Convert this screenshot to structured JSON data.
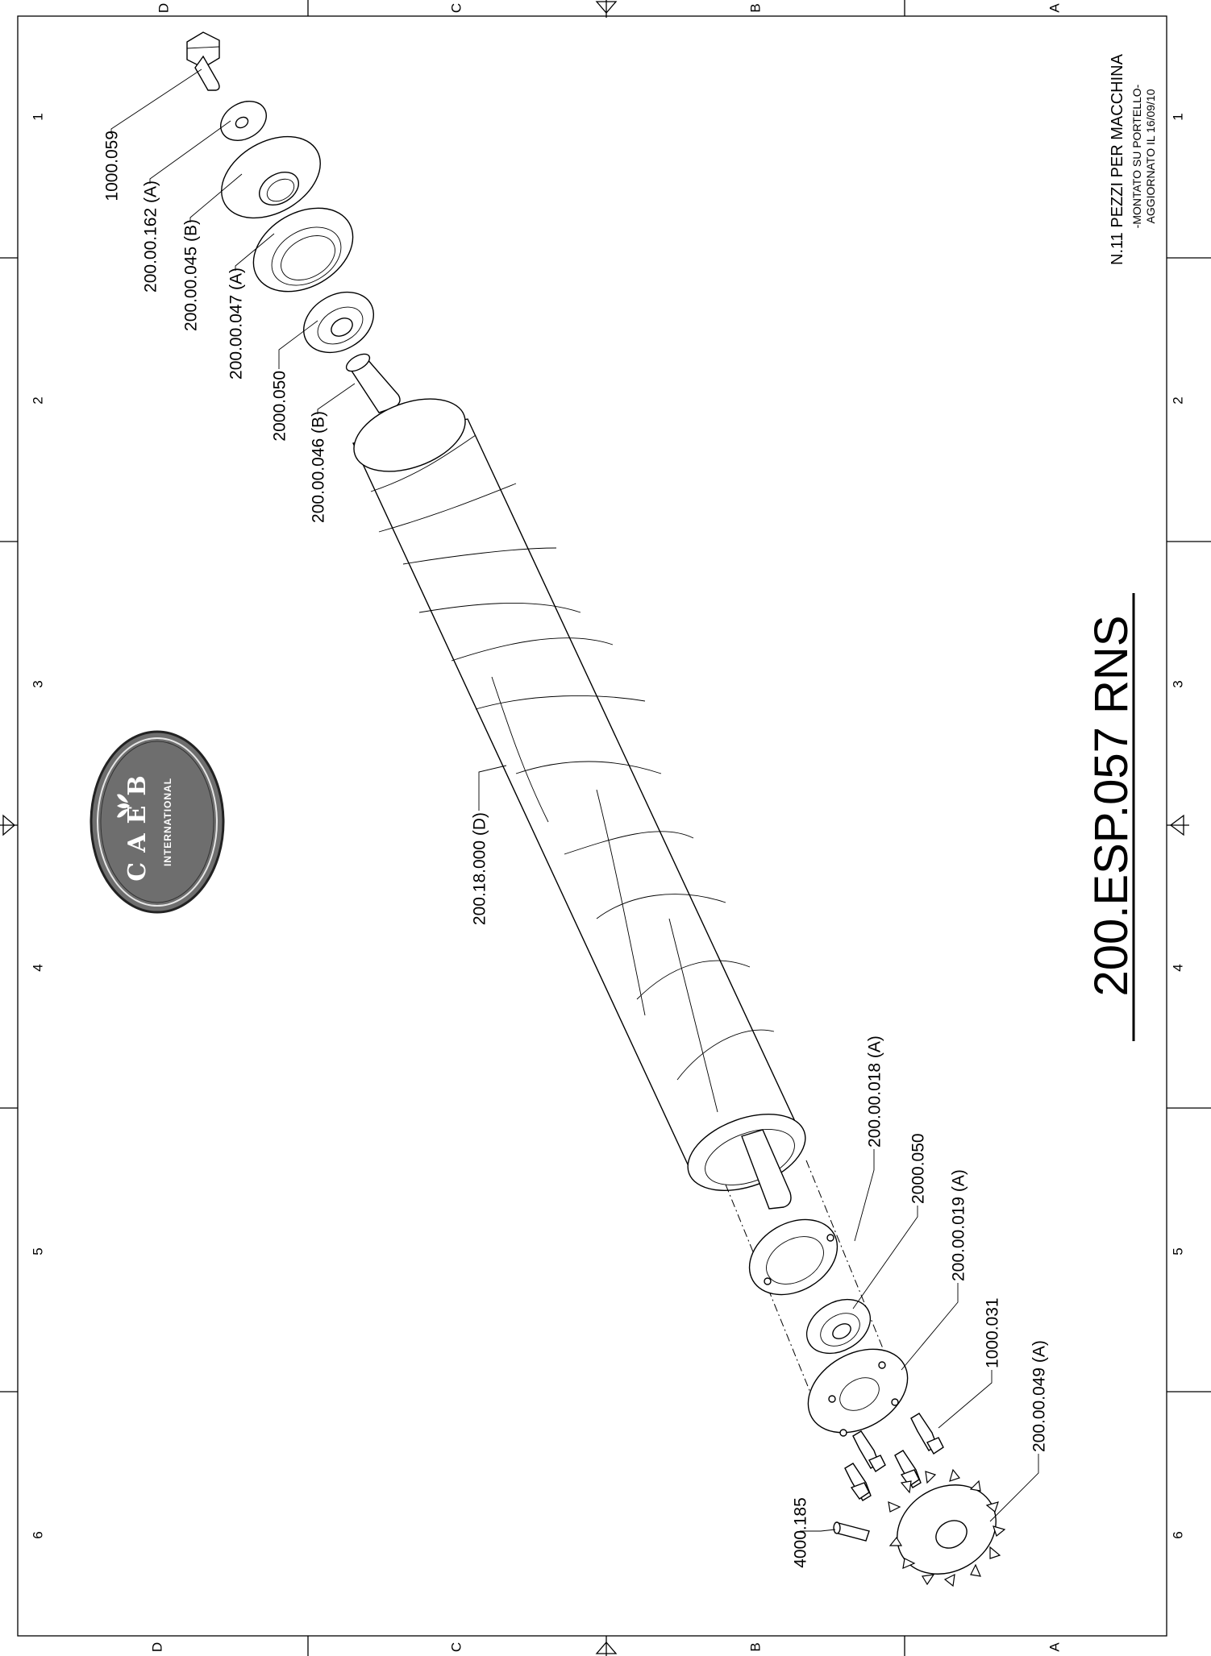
{
  "drawing": {
    "number": "200.ESP.057 RNS",
    "notes": [
      "N.11 PEZZI PER MACCHINA",
      "-MONTATO SU PORTELLO-",
      "AGGIORNATO IL 16/09/10"
    ]
  },
  "logo": {
    "brand": "CAEB",
    "subtitle": "INTERNATIONAL"
  },
  "border": {
    "row_letters": [
      "D",
      "C",
      "B",
      "A"
    ],
    "column_numbers": [
      "1",
      "2",
      "3",
      "4",
      "5",
      "6"
    ]
  },
  "callouts": [
    "1000.059",
    "200.00.162 (A)",
    "200.00.045 (B)",
    "200.00.047 (A)",
    "2000.050",
    "200.00.046 (B)",
    "200.18.000 (D)",
    "200.00.018 (A)",
    "2000.050",
    "200.00.019 (A)",
    "1000.031",
    "200.00.049 (A)",
    "4000.185"
  ]
}
